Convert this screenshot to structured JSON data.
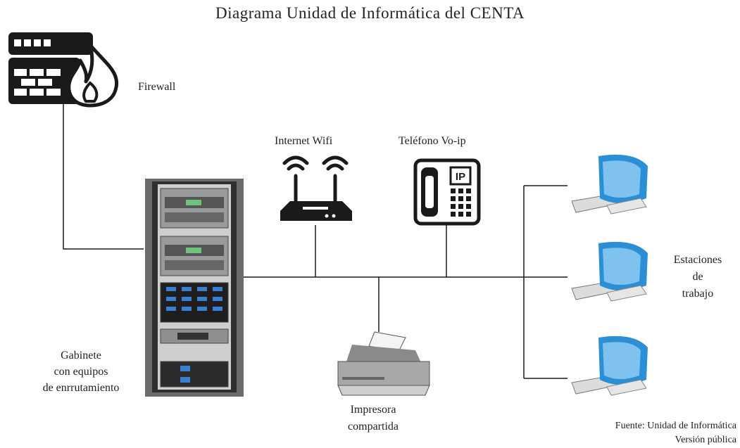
{
  "title": "Diagrama Unidad de Informática del CENTA",
  "nodes": {
    "firewall": {
      "label": "Firewall",
      "icon": "firewall-icon"
    },
    "wifi": {
      "label": "Internet Wifi",
      "icon": "wifi-router-icon"
    },
    "phone": {
      "label": "Teléfono Vo-ip",
      "icon": "voip-phone-icon",
      "badge": "IP"
    },
    "cabinet": {
      "label_lines": [
        "Gabinete",
        "con equipos",
        "de enrrutamiento"
      ],
      "icon": "server-rack-icon"
    },
    "printer": {
      "label_lines": [
        "Impresora",
        "compartida"
      ],
      "icon": "printer-icon"
    },
    "workstations": {
      "label_lines": [
        "Estaciones",
        "de",
        "trabajo"
      ],
      "icon": "computer-icon",
      "count": 3
    }
  },
  "source": {
    "line1": "Fuente: Unidad de Informática",
    "line2": "Versión pública"
  },
  "colors": {
    "line": "#1a1a1a",
    "monitor": "#2b8fd6",
    "rack": "#555555"
  }
}
